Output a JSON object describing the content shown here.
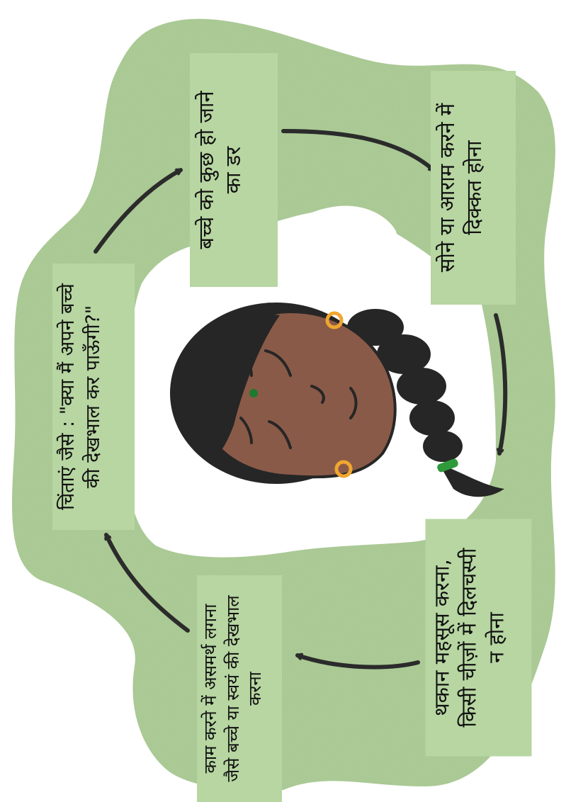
{
  "cycle": {
    "items": [
      {
        "text": "बच्चे को कुछ हो जाने\nका डर"
      },
      {
        "text": "सोने या आराम करने में\nदिक्कत होना"
      },
      {
        "text": "थकान महसूस करना,\nकिसी चीज़ों में दिलचस्पी\nन होना"
      },
      {
        "text": "काम करने में असमर्थ लगना\nजैसे बच्चे या स्वयं की देखभाल\nकरना"
      },
      {
        "text": "चिंताएं जैसे : \"क्या मैं अपने बच्चे\nकी देखभाल कर पाऊँगी?\""
      }
    ]
  },
  "colors": {
    "blob": "#a9cb91",
    "label_bg": "#b7d6a2",
    "arrow": "#2b2b2b",
    "skin": "#8a5a48",
    "hair": "#262626",
    "earring": "#f0a630",
    "bindi": "#1e7a2c",
    "hair_tie": "#2f9a3a"
  },
  "icons": [
    "woman-face-illustration",
    "arrow-icon"
  ]
}
